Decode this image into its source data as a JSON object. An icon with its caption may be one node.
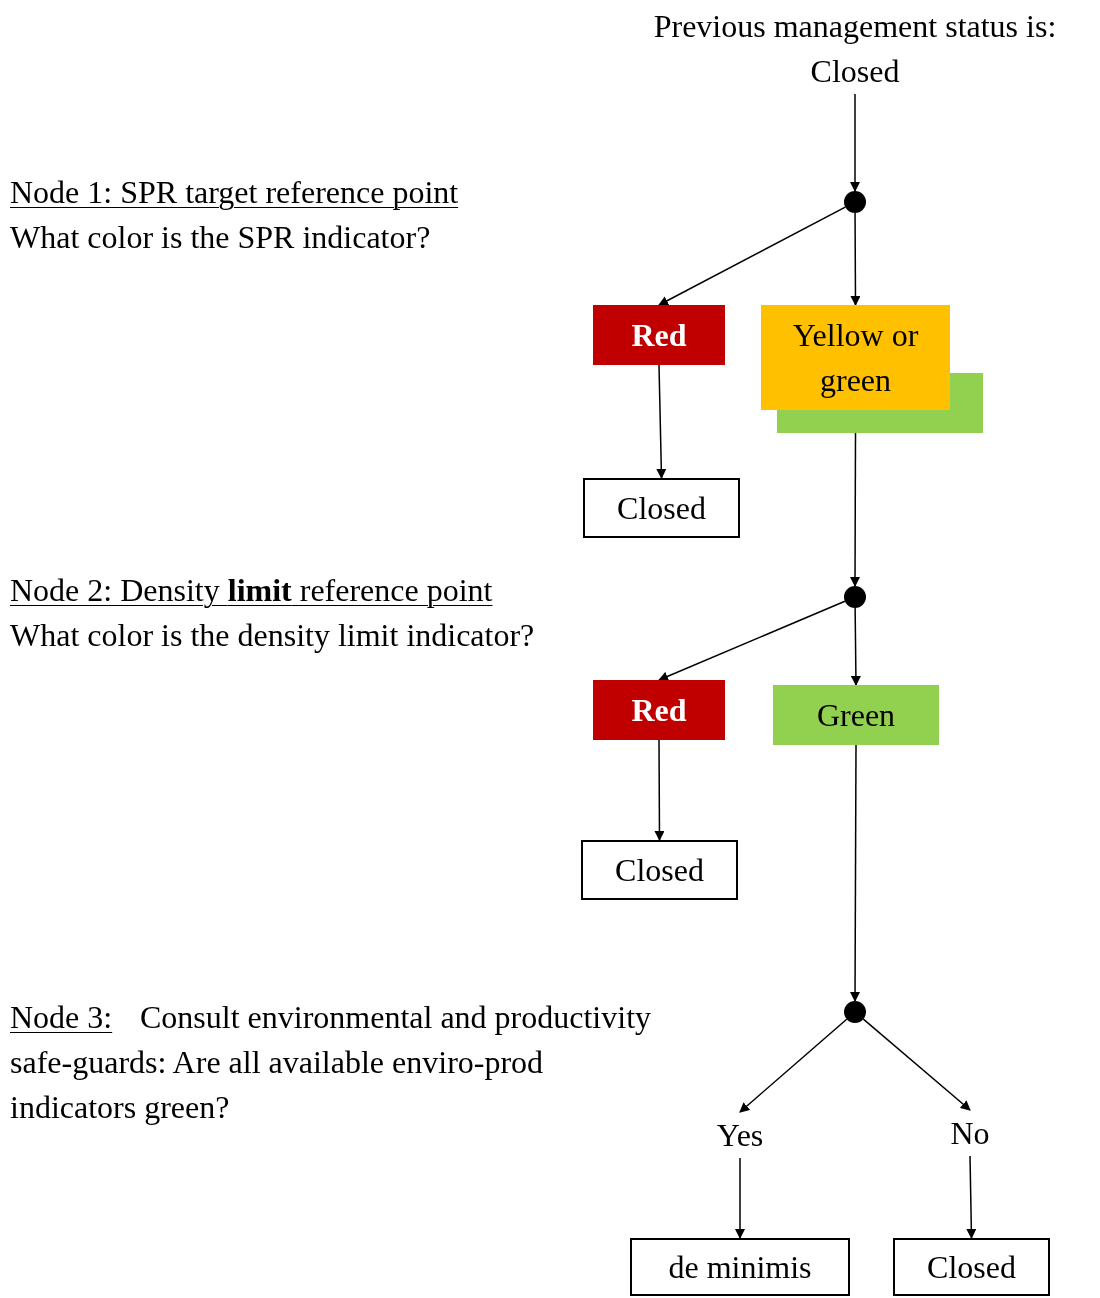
{
  "diagram": {
    "nodes": [
      {
        "text": [
          "Previous management status is: Closed"
        ]
      },
      {
        "text": [],
        "shape": "circle"
      },
      {
        "text": [
          "Red"
        ]
      },
      {
        "text": [
          "Yellow or green"
        ]
      },
      {
        "text": [
          "Closed"
        ]
      },
      {
        "text": [],
        "shape": "circle"
      },
      {
        "text": [
          "Red"
        ]
      },
      {
        "text": [
          "Green"
        ]
      },
      {
        "text": [
          "Closed"
        ]
      },
      {
        "text": [],
        "shape": "circle"
      },
      {
        "text": [
          "Yes"
        ]
      },
      {
        "text": [
          "No"
        ]
      },
      {
        "text": [
          "de minimis"
        ]
      },
      {
        "text": [
          "Closed"
        ]
      }
    ],
    "edges": [
      {
        "from": 0,
        "to": 1,
        "arrow": "to"
      },
      {
        "from": 1,
        "to": 2,
        "arrow": "to"
      },
      {
        "from": 1,
        "to": 3,
        "arrow": "to"
      },
      {
        "from": 2,
        "to": 4,
        "arrow": "to"
      },
      {
        "from": 3,
        "to": 5,
        "arrow": "to"
      },
      {
        "from": 5,
        "to": 6,
        "arrow": "to"
      },
      {
        "from": 5,
        "to": 7,
        "arrow": "to"
      },
      {
        "from": 6,
        "to": 8,
        "arrow": "to"
      },
      {
        "from": 7,
        "to": 9,
        "arrow": "to"
      },
      {
        "from": 9,
        "to": 10,
        "arrow": "to"
      },
      {
        "from": 9,
        "to": 11,
        "arrow": "to"
      },
      {
        "from": 10,
        "to": 12,
        "arrow": "to"
      },
      {
        "from": 11,
        "to": 13,
        "arrow": "to"
      }
    ],
    "labels": [
      "Node 1: SPR target reference point",
      "What color is the SPR indicator?",
      "Node 2: Density **limit** reference point",
      "What color is the density limit indicator?",
      "Node 3:",
      "Consult environmental and productivity safe-guards: Are all available enviro-prod indicators green?"
    ]
  }
}
